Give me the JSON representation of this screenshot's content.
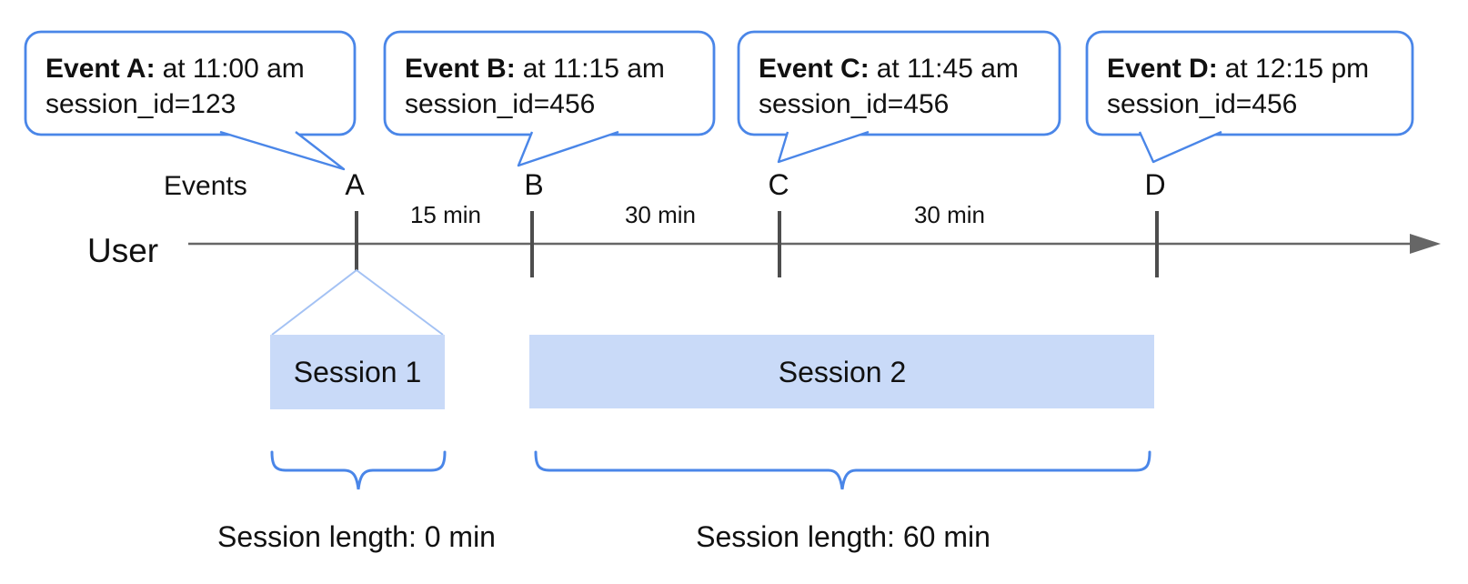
{
  "diagram": {
    "bubbles": [
      {
        "title": "Event A:",
        "detail": "at 11:00 am",
        "session_line": "session_id=123"
      },
      {
        "title": "Event B:",
        "detail": "at 11:15 am",
        "session_line": "session_id=456"
      },
      {
        "title": "Event C:",
        "detail": "at 11:45 am",
        "session_line": "session_id=456"
      },
      {
        "title": "Event D:",
        "detail": "at 12:15 pm",
        "session_line": "session_id=456"
      }
    ],
    "events_axis_label": "Events",
    "user_label": "User",
    "event_marks": [
      "A",
      "B",
      "C",
      "D"
    ],
    "intervals": [
      "15 min",
      "30 min",
      "30 min"
    ],
    "sessions": [
      {
        "name": "Session 1",
        "length_label": "Session length: 0 min"
      },
      {
        "name": "Session 2",
        "length_label": "Session length: 60 min"
      }
    ],
    "colors": {
      "bubble_border": "#4a86e8",
      "session_fill": "#c9daf8",
      "funnel_stroke": "#a4c2f4",
      "brace_stroke": "#4a86e8",
      "axis_stroke": "#666666",
      "tick_stroke": "#4d4d4d",
      "text": "#111111"
    }
  }
}
